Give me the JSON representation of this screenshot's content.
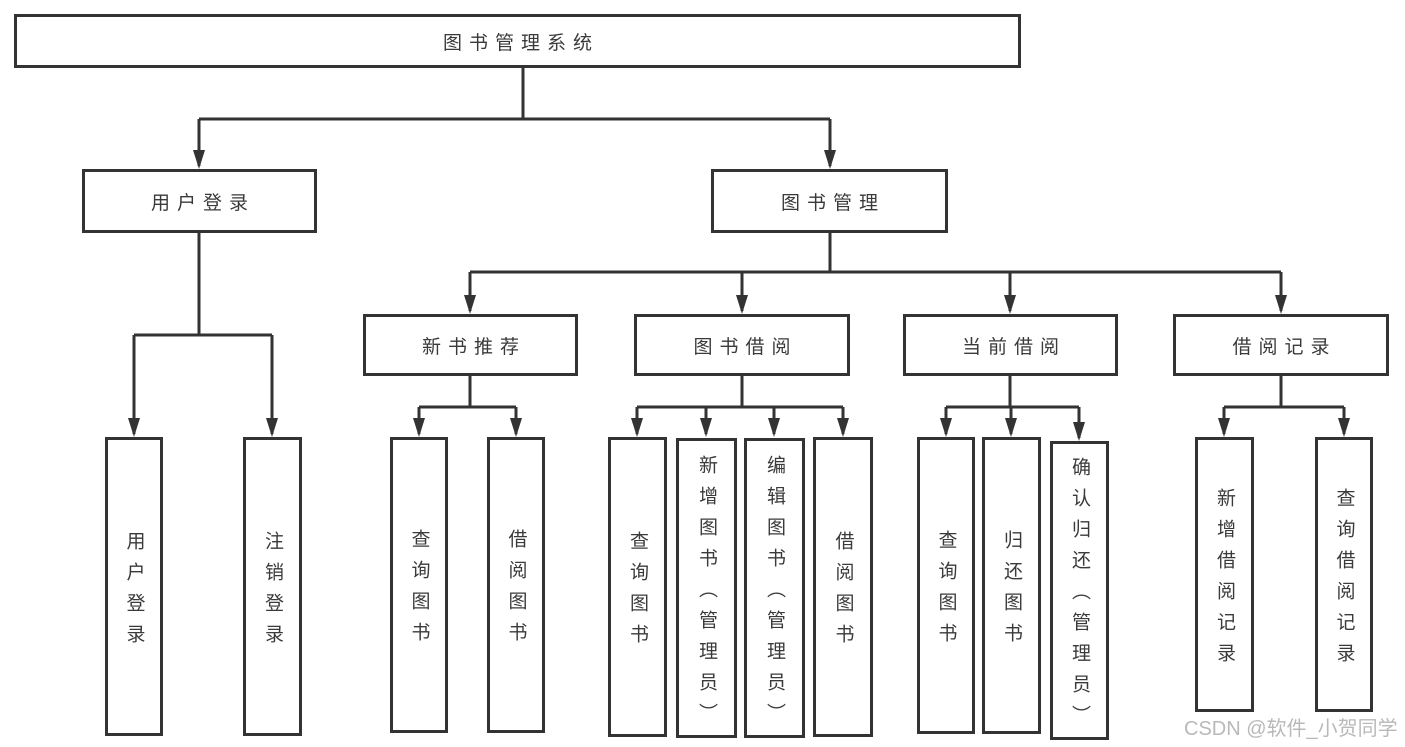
{
  "root": {
    "label": "图书管理系统"
  },
  "user_login": {
    "label": "用户登录",
    "children": [
      {
        "label": "用户登录"
      },
      {
        "label": "注销登录"
      }
    ]
  },
  "book_management": {
    "label": "图书管理",
    "groups": [
      {
        "label": "新书推荐",
        "children": [
          {
            "label": "查询图书"
          },
          {
            "label": "借阅图书"
          }
        ]
      },
      {
        "label": "图书借阅",
        "children": [
          {
            "label": "查询图书"
          },
          {
            "label": "新增图书（管理员）"
          },
          {
            "label": "编辑图书（管理员）"
          },
          {
            "label": "借阅图书"
          }
        ]
      },
      {
        "label": "当前借阅",
        "children": [
          {
            "label": "查询图书"
          },
          {
            "label": "归还图书"
          },
          {
            "label": "确认归还（管理员）"
          }
        ]
      },
      {
        "label": "借阅记录",
        "children": [
          {
            "label": "新增借阅记录"
          },
          {
            "label": "查询借阅记录"
          }
        ]
      }
    ]
  },
  "watermark": "CSDN @软件_小贺同学",
  "colors": {
    "line": "#333333",
    "text": "#3a3a3a",
    "watermark": "#b9b9b9",
    "background": "#ffffff"
  }
}
